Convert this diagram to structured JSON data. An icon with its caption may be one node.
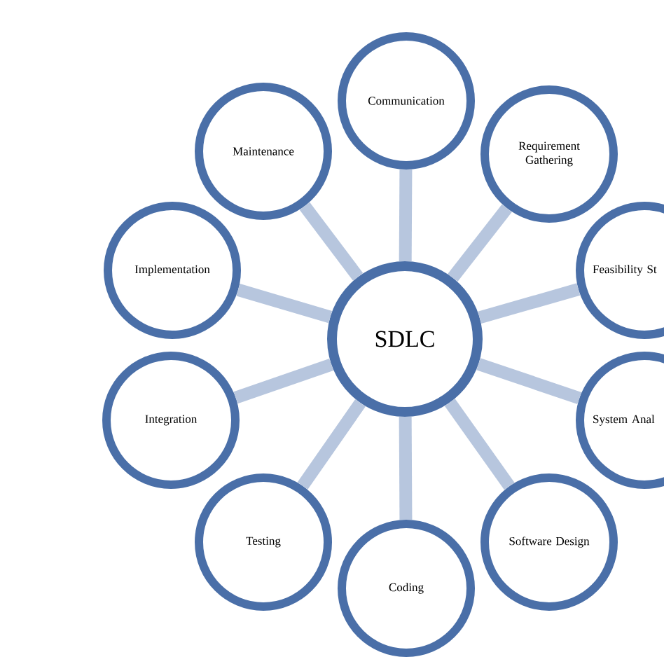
{
  "diagram": {
    "nodes": [
      {
        "text": [
          "SDLC"
        ]
      },
      {
        "text": [
          "Communication"
        ]
      },
      {
        "text": [
          "Requirement Gathering"
        ]
      },
      {
        "text": [
          "Feasibility St"
        ]
      },
      {
        "text": [
          "System Anal"
        ]
      },
      {
        "text": [
          "Software Design"
        ]
      },
      {
        "text": [
          "Coding"
        ]
      },
      {
        "text": [
          "Testing"
        ]
      },
      {
        "text": [
          "Integration"
        ]
      },
      {
        "text": [
          "Implementation"
        ]
      },
      {
        "text": [
          "Maintenance"
        ]
      }
    ],
    "edges": [
      {
        "from": 0,
        "to": 1,
        "arrow": "none"
      },
      {
        "from": 0,
        "to": 2,
        "arrow": "none"
      },
      {
        "from": 0,
        "to": 3,
        "arrow": "none"
      },
      {
        "from": 0,
        "to": 4,
        "arrow": "none"
      },
      {
        "from": 0,
        "to": 5,
        "arrow": "none"
      },
      {
        "from": 0,
        "to": 6,
        "arrow": "none"
      },
      {
        "from": 0,
        "to": 7,
        "arrow": "none"
      },
      {
        "from": 0,
        "to": 8,
        "arrow": "none"
      },
      {
        "from": 0,
        "to": 9,
        "arrow": "none"
      },
      {
        "from": 0,
        "to": 10,
        "arrow": "none"
      }
    ]
  }
}
